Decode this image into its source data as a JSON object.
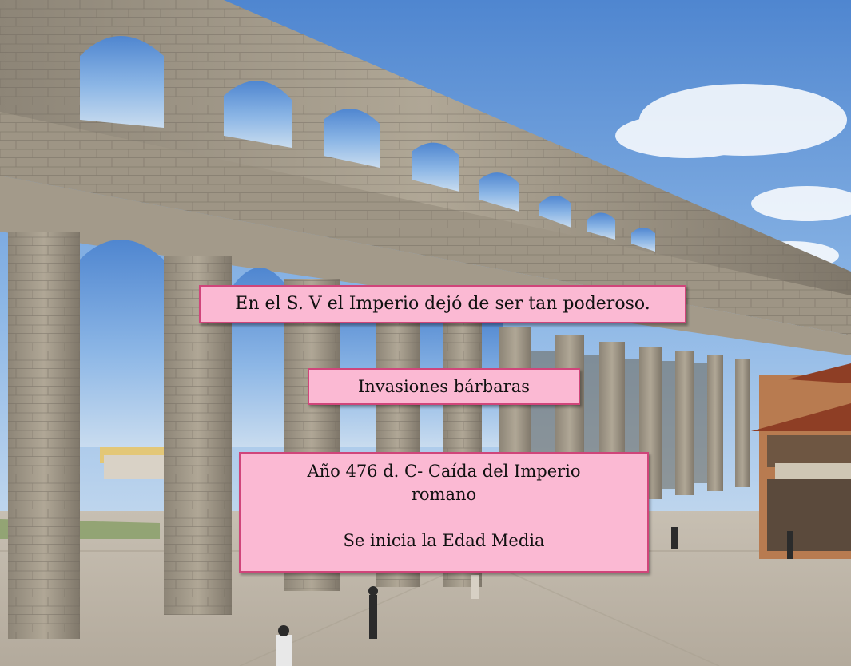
{
  "slide": {
    "captions": {
      "c1": "En el S. V el Imperio dejó de ser tan poderoso.",
      "c2": "Invasiones bárbaras",
      "c3_line1": "Año 476 d. C- Caída del Imperio",
      "c3_line2": "romano",
      "c3_line3": "Se inicia la Edad Media"
    },
    "photo": {
      "subject": "aqueduct-photo"
    },
    "colors": {
      "caption_bg": "#fbb9d3",
      "caption_border": "#d0457a",
      "sky": "#6fa3dc",
      "stone": "#a49b8c"
    }
  }
}
